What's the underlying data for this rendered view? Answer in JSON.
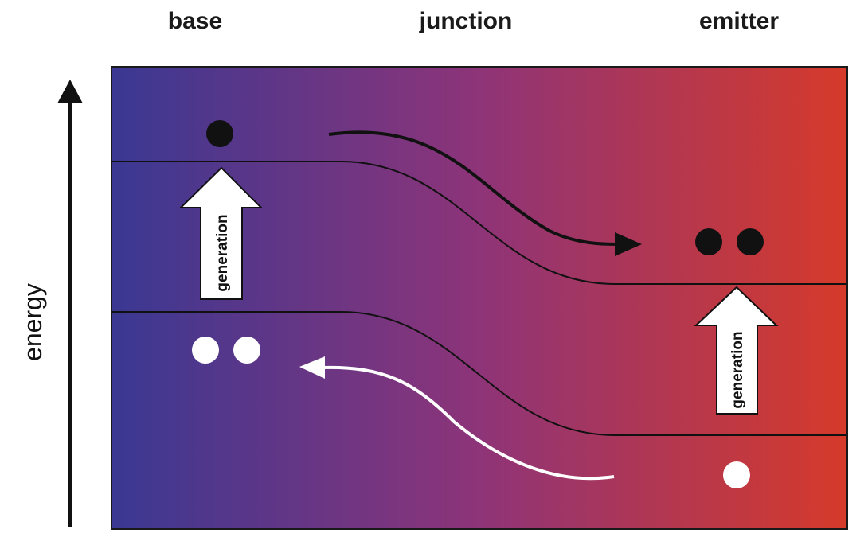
{
  "labels": {
    "base": "base",
    "junction": "junction",
    "emitter": "emitter",
    "axis": "energy",
    "generation_left": "generation",
    "generation_right": "generation"
  },
  "colors": {
    "gradient_left": "#3a3893",
    "gradient_mid": "#8e3478",
    "gradient_right": "#d63a2a",
    "electron": "#111111",
    "hole": "#ffffff",
    "band_line": "#111111"
  },
  "particles": {
    "base_electrons": 1,
    "emitter_electrons": 2,
    "base_holes": 2,
    "emitter_holes": 1
  }
}
